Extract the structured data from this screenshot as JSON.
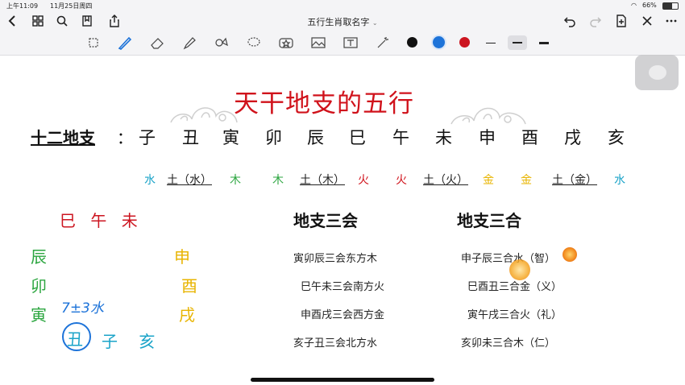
{
  "status_bar": {
    "time": "上午11:09",
    "date": "11月25日周四",
    "battery": "66%"
  },
  "document": {
    "title": "五行生肖取名字"
  },
  "colors": {
    "water": "#1aa3c8",
    "earth": "#222222",
    "wood": "#2ca640",
    "fire": "#d0121b",
    "metal": "#e8b400",
    "pen_black": "#111111",
    "pen_blue": "#1d73d9",
    "pen_red": "#cc1520",
    "title_red": "#d0121b"
  },
  "icons": {
    "back": "chevron-left-icon",
    "grid": "grid-icon",
    "search": "search-icon",
    "bookmark": "bookmark-icon",
    "share": "share-icon",
    "chevron": "chevron-down-icon",
    "undo": "undo-icon",
    "redo": "redo-icon",
    "add": "add-page-icon",
    "close": "close-icon",
    "more": "more-icon"
  },
  "page": {
    "title": "天干地支的五行",
    "branches_label": "十二地支",
    "branches_colon": "：",
    "branches": [
      "子",
      "丑",
      "寅",
      "卯",
      "辰",
      "巳",
      "午",
      "未",
      "申",
      "酉",
      "戌",
      "亥"
    ],
    "elements": [
      {
        "text": "水",
        "kind": "water"
      },
      {
        "text": "土（水）",
        "kind": "earth"
      },
      {
        "text": "木",
        "kind": "wood"
      },
      {
        "text": "木",
        "kind": "wood"
      },
      {
        "text": "土（木）",
        "kind": "earth"
      },
      {
        "text": "火",
        "kind": "fire"
      },
      {
        "text": "火",
        "kind": "fire"
      },
      {
        "text": "土（火）",
        "kind": "earth"
      },
      {
        "text": "金",
        "kind": "metal"
      },
      {
        "text": "金",
        "kind": "metal"
      },
      {
        "text": "土（金）",
        "kind": "earth"
      },
      {
        "text": "水",
        "kind": "water"
      }
    ],
    "diagram": {
      "top": "巳 午 未",
      "left": [
        "辰",
        "卯",
        "寅"
      ],
      "right": [
        "申",
        "酉",
        "戌"
      ],
      "bottom_circled": "丑",
      "bottom_rest": "子 亥",
      "scribble": "7±3水"
    },
    "sanhui": {
      "heading": "地支三会",
      "items": [
        "寅卯辰三会东方木",
        "巳午未三会南方火",
        "申酉戌三会西方金",
        "亥子丑三会北方水"
      ]
    },
    "sanhe": {
      "heading": "地支三合",
      "items": [
        "申子辰三合水（智）",
        "巳酉丑三合金（义）",
        "寅午戌三合火（礼）",
        "亥卯未三合木（仁）"
      ]
    }
  }
}
